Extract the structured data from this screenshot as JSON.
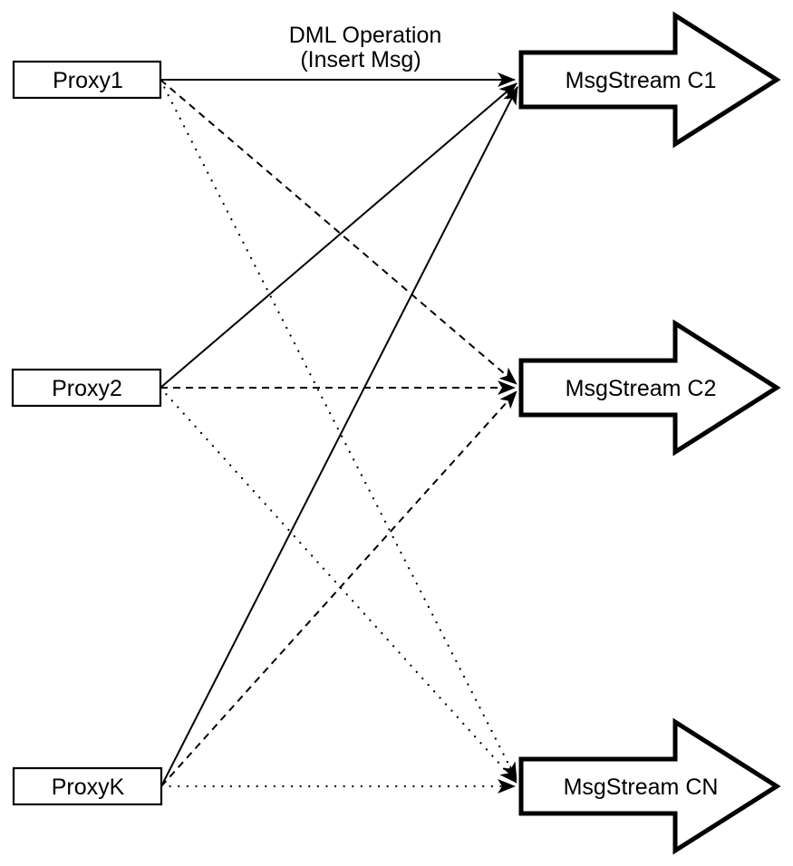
{
  "header": {
    "line1": "DML Operation",
    "line2": "(Insert Msg)"
  },
  "proxies": [
    {
      "label": "Proxy1"
    },
    {
      "label": "Proxy2"
    },
    {
      "label": "ProxyK"
    }
  ],
  "streams": [
    {
      "label": "MsgStream C1"
    },
    {
      "label": "MsgStream C2"
    },
    {
      "label": "MsgStream CN"
    }
  ],
  "edges": [
    {
      "from": "Proxy1",
      "to": "MsgStream C1",
      "style": "solid"
    },
    {
      "from": "Proxy2",
      "to": "MsgStream C1",
      "style": "solid"
    },
    {
      "from": "ProxyK",
      "to": "MsgStream C1",
      "style": "solid"
    },
    {
      "from": "Proxy1",
      "to": "MsgStream C2",
      "style": "dashed"
    },
    {
      "from": "Proxy2",
      "to": "MsgStream C2",
      "style": "dashed"
    },
    {
      "from": "ProxyK",
      "to": "MsgStream C2",
      "style": "dashed"
    },
    {
      "from": "Proxy1",
      "to": "MsgStream CN",
      "style": "dotted"
    },
    {
      "from": "Proxy2",
      "to": "MsgStream CN",
      "style": "dotted"
    },
    {
      "from": "ProxyK",
      "to": "MsgStream CN",
      "style": "dotted"
    }
  ],
  "colors": {
    "stroke": "#000000",
    "fill": "#ffffff",
    "background": "#ffffff"
  }
}
